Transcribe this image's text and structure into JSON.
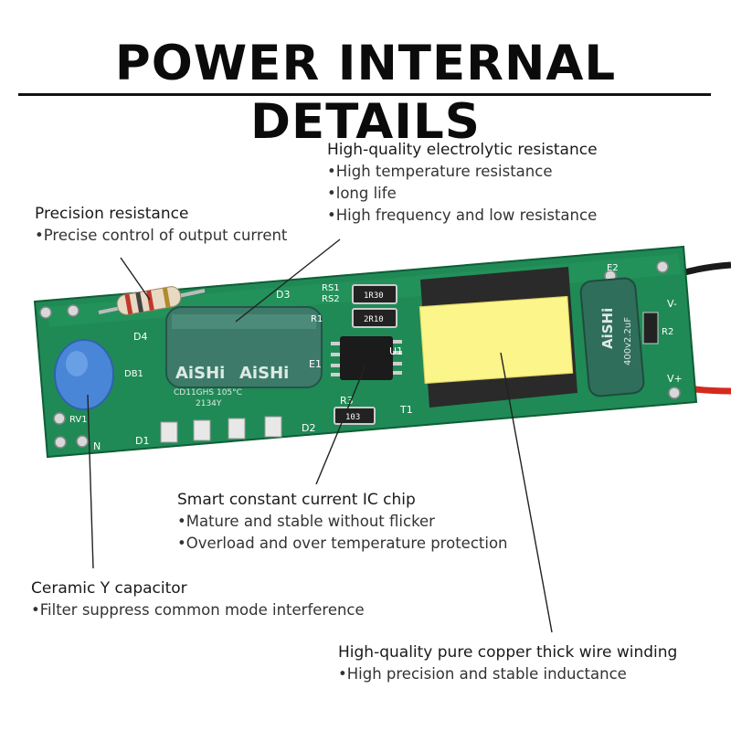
{
  "title": "POWER INTERNAL DETAILS",
  "callouts": {
    "electrolytic": {
      "heading": "High-quality electrolytic resistance",
      "bullets": [
        "•High temperature resistance",
        "•long life",
        "•High frequency and low resistance"
      ]
    },
    "precision": {
      "heading": "Precision resistance",
      "bullets": [
        "•Precise control of output current"
      ]
    },
    "ic_chip": {
      "heading": "Smart constant current IC chip",
      "bullets": [
        "•Mature and stable without flicker",
        "•Overload and over temperature protection"
      ]
    },
    "ceramic": {
      "heading": "Ceramic Y capacitor",
      "bullets": [
        "•Filter suppress common mode interference"
      ]
    },
    "copper": {
      "heading": "High-quality pure copper thick wire winding",
      "bullets": [
        "•High precision and stable inductance"
      ]
    }
  },
  "board_labels": {
    "brand": "AiSHi",
    "cap_main": "CD11GHS 105°C",
    "cap_code": "2134Y",
    "d3": "D3",
    "rs1": "RS1",
    "rs2": "RS2",
    "r1": "R1",
    "e1": "E1",
    "u1": "U1",
    "r3": "R3",
    "t1": "T1",
    "d2": "D2",
    "d1": "D1",
    "d4": "D4",
    "db1": "DB1",
    "rv1": "RV1",
    "n": "N",
    "r2": "R2",
    "v_plus": "V+",
    "v_minus": "V-",
    "e2": "E2",
    "res_code1": "1R30",
    "res_code2": "2R10",
    "res_code3": "103",
    "cap2_value": "400v2.2uF"
  },
  "colors": {
    "pcb": "#1f8a55",
    "pcb_dark": "#166b41",
    "transformer_tape": "#fbf58a",
    "capacitor": "#3d7a6a",
    "y_cap": "#4a86d8",
    "leader": "#222222"
  }
}
